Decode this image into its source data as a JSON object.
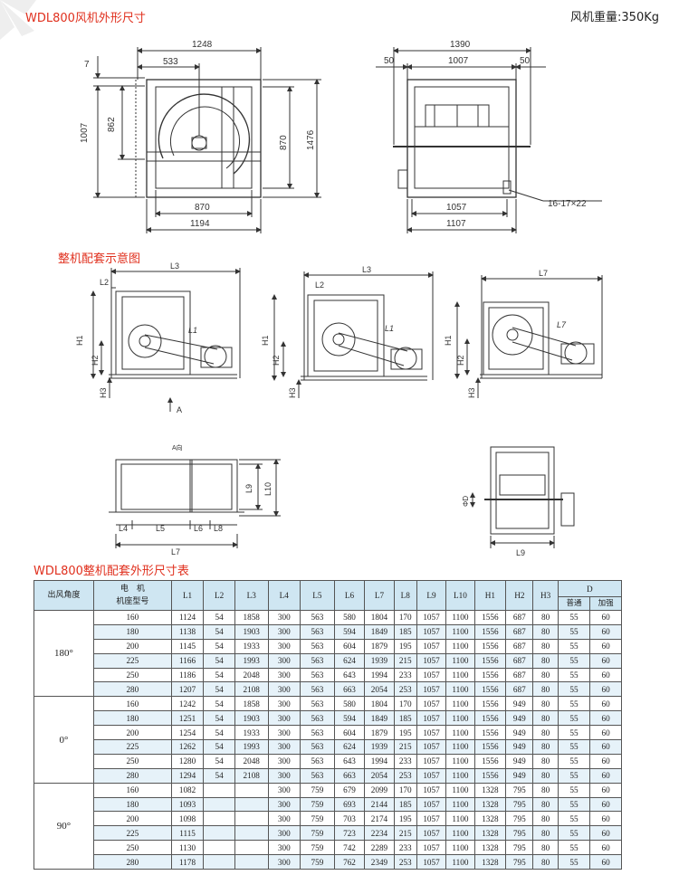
{
  "title_top": "WDL800风机外形尺寸",
  "weight_label": "风机重量:350Kg",
  "section_assembly": "整机配套示意图",
  "section_table": "WDL800整机配套外形尺寸表",
  "front_view": {
    "dims": [
      "1248",
      "533",
      "7",
      "1007",
      "862",
      "870",
      "1476",
      "870",
      "1194"
    ]
  },
  "side_view": {
    "dims": [
      "1390",
      "50",
      "1007",
      "50",
      "1057",
      "1107",
      "16-17×22"
    ]
  },
  "assembly_labels": {
    "L1": "L1",
    "L2": "L2",
    "L3": "L3",
    "L7": "L7",
    "H1": "H1",
    "H2": "H2",
    "H3": "H3",
    "A": "A",
    "A_dir": "A向",
    "L4": "L4",
    "L5": "L5",
    "L6": "L6",
    "L8": "L8",
    "L9": "L9",
    "L10": "L10",
    "phiD": "ΦD"
  },
  "table": {
    "headers": {
      "angle": "出风角度",
      "motor_line1": "电　机",
      "motor_line2": "机座型号",
      "cols": [
        "L1",
        "L2",
        "L3",
        "L4",
        "L5",
        "L6",
        "L7",
        "L8",
        "L9",
        "L10",
        "H1",
        "H2",
        "H3"
      ],
      "d": "D",
      "d_normal": "普通",
      "d_strong": "加强"
    },
    "groups": [
      {
        "angle": "180°",
        "rows": [
          [
            "160",
            "1124",
            "54",
            "1858",
            "300",
            "563",
            "580",
            "1804",
            "170",
            "1057",
            "1100",
            "1556",
            "687",
            "80",
            "55",
            "60"
          ],
          [
            "180",
            "1138",
            "54",
            "1903",
            "300",
            "563",
            "594",
            "1849",
            "185",
            "1057",
            "1100",
            "1556",
            "687",
            "80",
            "55",
            "60"
          ],
          [
            "200",
            "1145",
            "54",
            "1933",
            "300",
            "563",
            "604",
            "1879",
            "195",
            "1057",
            "1100",
            "1556",
            "687",
            "80",
            "55",
            "60"
          ],
          [
            "225",
            "1166",
            "54",
            "1993",
            "300",
            "563",
            "624",
            "1939",
            "215",
            "1057",
            "1100",
            "1556",
            "687",
            "80",
            "55",
            "60"
          ],
          [
            "250",
            "1186",
            "54",
            "2048",
            "300",
            "563",
            "643",
            "1994",
            "233",
            "1057",
            "1100",
            "1556",
            "687",
            "80",
            "55",
            "60"
          ],
          [
            "280",
            "1207",
            "54",
            "2108",
            "300",
            "563",
            "663",
            "2054",
            "253",
            "1057",
            "1100",
            "1556",
            "687",
            "80",
            "55",
            "60"
          ]
        ]
      },
      {
        "angle": "0°",
        "rows": [
          [
            "160",
            "1242",
            "54",
            "1858",
            "300",
            "563",
            "580",
            "1804",
            "170",
            "1057",
            "1100",
            "1556",
            "949",
            "80",
            "55",
            "60"
          ],
          [
            "180",
            "1251",
            "54",
            "1903",
            "300",
            "563",
            "594",
            "1849",
            "185",
            "1057",
            "1100",
            "1556",
            "949",
            "80",
            "55",
            "60"
          ],
          [
            "200",
            "1254",
            "54",
            "1933",
            "300",
            "563",
            "604",
            "1879",
            "195",
            "1057",
            "1100",
            "1556",
            "949",
            "80",
            "55",
            "60"
          ],
          [
            "225",
            "1262",
            "54",
            "1993",
            "300",
            "563",
            "624",
            "1939",
            "215",
            "1057",
            "1100",
            "1556",
            "949",
            "80",
            "55",
            "60"
          ],
          [
            "250",
            "1280",
            "54",
            "2048",
            "300",
            "563",
            "643",
            "1994",
            "233",
            "1057",
            "1100",
            "1556",
            "949",
            "80",
            "55",
            "60"
          ],
          [
            "280",
            "1294",
            "54",
            "2108",
            "300",
            "563",
            "663",
            "2054",
            "253",
            "1057",
            "1100",
            "1556",
            "949",
            "80",
            "55",
            "60"
          ]
        ]
      },
      {
        "angle": "90°",
        "rows": [
          [
            "160",
            "1082",
            "",
            "",
            "300",
            "759",
            "679",
            "2099",
            "170",
            "1057",
            "1100",
            "1328",
            "795",
            "80",
            "55",
            "60"
          ],
          [
            "180",
            "1093",
            "",
            "",
            "300",
            "759",
            "693",
            "2144",
            "185",
            "1057",
            "1100",
            "1328",
            "795",
            "80",
            "55",
            "60"
          ],
          [
            "200",
            "1098",
            "",
            "",
            "300",
            "759",
            "703",
            "2174",
            "195",
            "1057",
            "1100",
            "1328",
            "795",
            "80",
            "55",
            "60"
          ],
          [
            "225",
            "1115",
            "",
            "",
            "300",
            "759",
            "723",
            "2234",
            "215",
            "1057",
            "1100",
            "1328",
            "795",
            "80",
            "55",
            "60"
          ],
          [
            "250",
            "1130",
            "",
            "",
            "300",
            "759",
            "742",
            "2289",
            "233",
            "1057",
            "1100",
            "1328",
            "795",
            "80",
            "55",
            "60"
          ],
          [
            "280",
            "1178",
            "",
            "",
            "300",
            "759",
            "762",
            "2349",
            "253",
            "1057",
            "1100",
            "1328",
            "795",
            "80",
            "55",
            "60"
          ]
        ]
      }
    ]
  }
}
